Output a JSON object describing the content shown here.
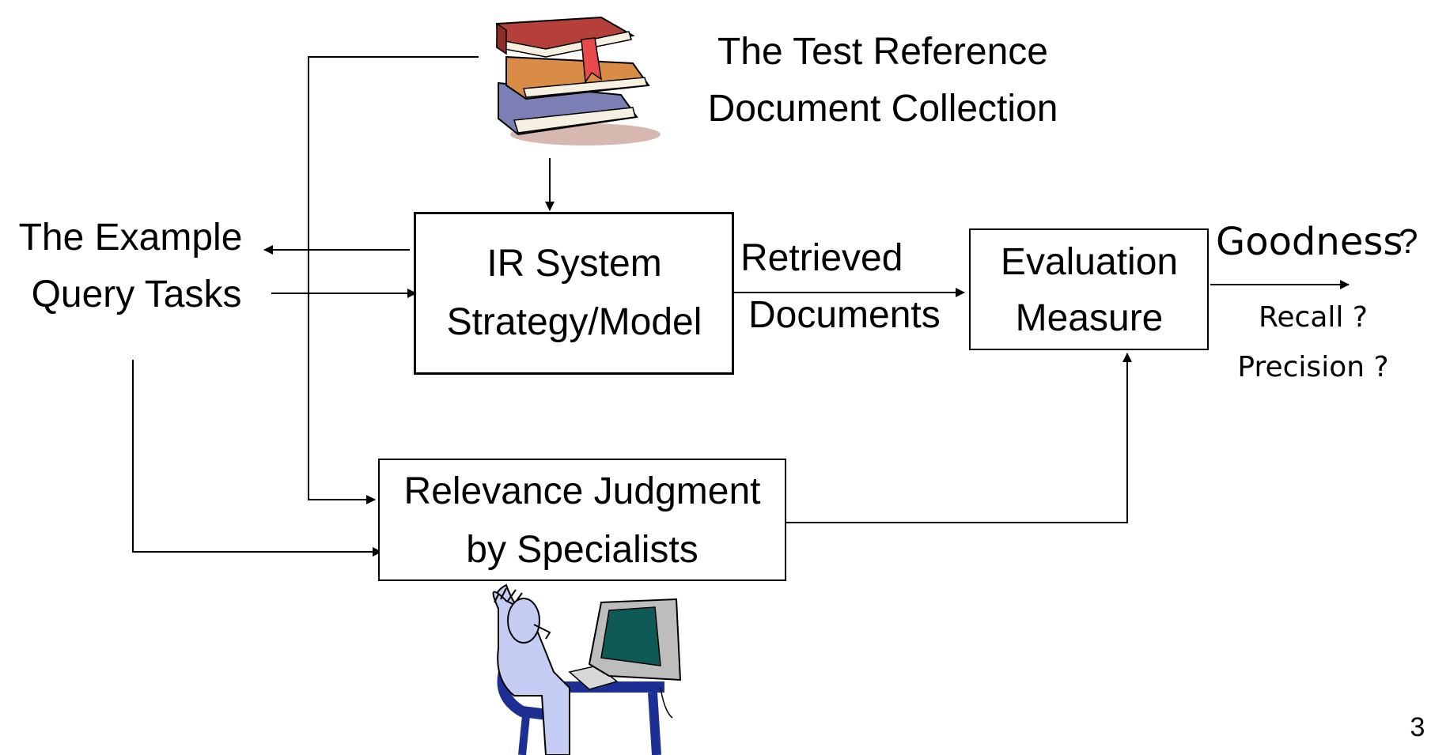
{
  "collection": {
    "line1": "The Test Reference",
    "line2": "Document Collection",
    "icon": "books-stack-icon"
  },
  "queries": {
    "line1": "The Example",
    "line2": "Query Tasks"
  },
  "ir_system": {
    "line1": "IR System",
    "line2": "Strategy/Model"
  },
  "retrieved": {
    "line1": "Retrieved",
    "line2": "Documents"
  },
  "evaluation": {
    "line1": "Evaluation",
    "line2": "Measure"
  },
  "goodness": {
    "label": "Goodness",
    "mark": "?",
    "recall": "Recall ?",
    "precision": "Precision ?"
  },
  "relevance": {
    "line1": "Relevance Judgment",
    "line2": "by Specialists",
    "icon": "person-at-computer-icon"
  },
  "page_number": "3"
}
